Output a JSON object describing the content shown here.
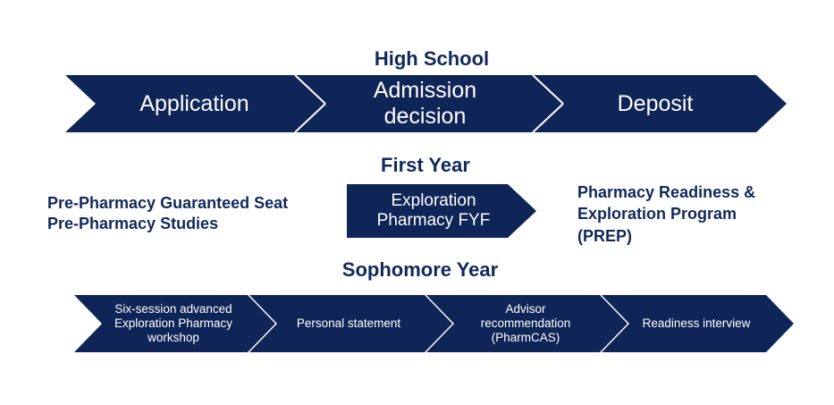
{
  "colors": {
    "chevron_fill": "#0f2557",
    "heading_text": "#12285c",
    "label_text": "#ffffff"
  },
  "high_school": {
    "heading": "High School",
    "steps": [
      {
        "lines": [
          "Application"
        ]
      },
      {
        "lines": [
          "Admission",
          "decision"
        ]
      },
      {
        "lines": [
          "Deposit"
        ]
      }
    ]
  },
  "first_year": {
    "heading": "First Year",
    "left_lines": [
      "Pre-Pharmacy Guaranteed Seat",
      "Pre-Pharmacy Studies"
    ],
    "center_lines": [
      "Exploration",
      "Pharmacy FYF"
    ],
    "right_lines": [
      "Pharmacy Readiness &",
      "Exploration Program",
      "(PREP)"
    ]
  },
  "sophomore_year": {
    "heading": "Sophomore Year",
    "steps": [
      {
        "lines": [
          "Six-session advanced",
          "Exploration Pharmacy",
          "workshop"
        ]
      },
      {
        "lines": [
          "Personal statement"
        ]
      },
      {
        "lines": [
          "Advisor",
          "recommendation",
          "(PharmCAS)"
        ]
      },
      {
        "lines": [
          "Readiness interview"
        ]
      }
    ]
  }
}
